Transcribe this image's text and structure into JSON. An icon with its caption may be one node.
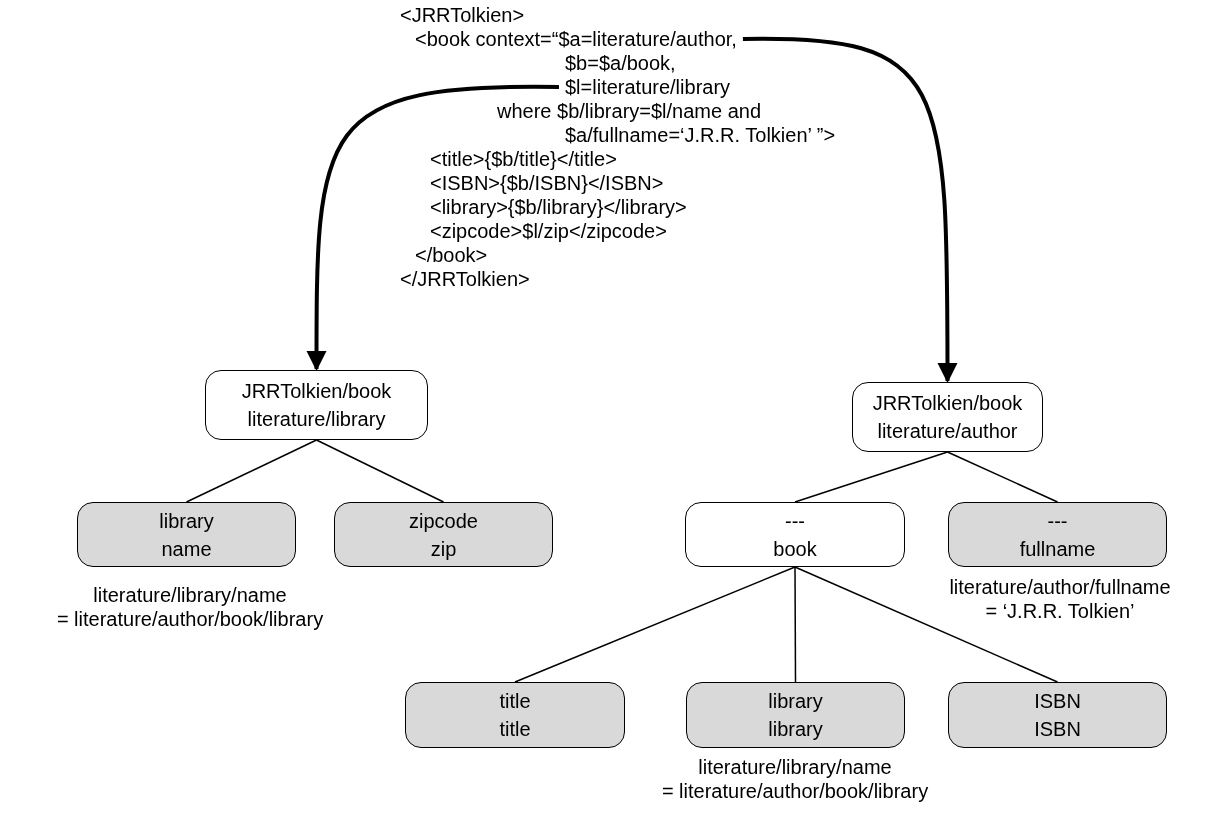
{
  "diagram": {
    "nodes": [
      {
        "text": [
          "<JRRTolkien>"
        ]
      },
      {
        "text": [
          "<book context=“$a=literature/author,"
        ]
      },
      {
        "text": [
          "$b=$a/book,"
        ]
      },
      {
        "text": [
          "$l=literature/library"
        ]
      },
      {
        "text": [
          "where $b/library=$l/name and"
        ]
      },
      {
        "text": [
          "$a/fullname=‘J.R.R. Tolkien’ ”>"
        ]
      },
      {
        "text": [
          "<title>{$b/title}</title>"
        ]
      },
      {
        "text": [
          "<ISBN>{$b/ISBN}</ISBN>"
        ]
      },
      {
        "text": [
          "<library>{$b/library}</library>"
        ]
      },
      {
        "text": [
          "<zipcode>$l/zip</zipcode>"
        ]
      },
      {
        "text": [
          "</book>"
        ]
      },
      {
        "text": [
          "</JRRTolkien>"
        ]
      },
      {
        "text": [
          "JRRTolkien/book",
          "literature/library"
        ]
      },
      {
        "text": [
          "library",
          "name"
        ],
        "beside": [
          "literature/library/name",
          "= literature/author/book/library"
        ]
      },
      {
        "text": [
          "zipcode",
          "zip"
        ]
      },
      {
        "text": [
          "JRRTolkien/book",
          "literature/author"
        ]
      },
      {
        "text": [
          "---",
          "book"
        ]
      },
      {
        "text": [
          "---",
          "fullname"
        ],
        "beside": [
          "literature/author/fullname",
          "= ‘J.R.R. Tolkien’"
        ]
      },
      {
        "text": [
          "title",
          "title"
        ]
      },
      {
        "text": [
          "library",
          "library"
        ],
        "beside": [
          "literature/library/name",
          "= literature/author/book/library"
        ]
      },
      {
        "text": [
          "ISBN",
          "ISBN"
        ]
      }
    ],
    "edges": [
      {
        "from": 1,
        "to": 15,
        "arrow": "to",
        "style": "thick"
      },
      {
        "from": 3,
        "to": 12,
        "arrow": "to",
        "style": "thick"
      },
      {
        "from": 12,
        "to": 13,
        "arrow": "none"
      },
      {
        "from": 12,
        "to": 14,
        "arrow": "none"
      },
      {
        "from": 15,
        "to": 16,
        "arrow": "none"
      },
      {
        "from": 15,
        "to": 17,
        "arrow": "none"
      },
      {
        "from": 16,
        "to": 18,
        "arrow": "none"
      },
      {
        "from": 16,
        "to": 19,
        "arrow": "none"
      },
      {
        "from": 16,
        "to": 20,
        "arrow": "none"
      }
    ]
  }
}
